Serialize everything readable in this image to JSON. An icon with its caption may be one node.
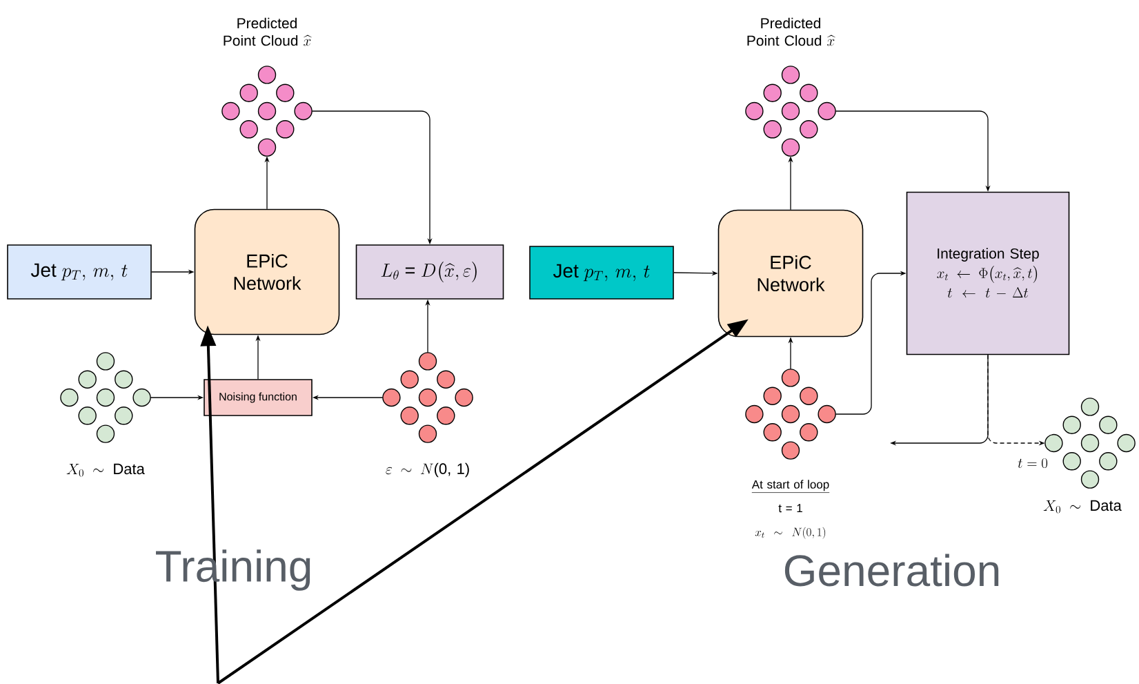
{
  "diagram": {
    "nodes": [
      {
        "text": [
          "Predicted Point Cloud",
          "\\widehat{x}"
        ]
      },
      {
        "text": [
          "\\text{Jet } p_T,\\, m,\\, t"
        ]
      },
      {
        "text": [
          "EPiC Network"
        ]
      },
      {
        "text": [
          "L_\\theta \\text{ = } D\\big(\\widehat{x}, \\varepsilon\\big)"
        ]
      },
      {
        "text": [
          "X_0 \\sim \\text{Data}"
        ]
      },
      {
        "text": [
          "Noising function"
        ]
      },
      {
        "text": [
          "\\varepsilon \\sim N\\text{(0, 1)}"
        ]
      },
      {
        "text": [
          "Predicted Point Cloud",
          "\\widehat{x}"
        ]
      },
      {
        "text": [
          "\\text{Jet } p_T,\\, m,\\, t"
        ]
      },
      {
        "text": [
          "EPiC Network"
        ]
      },
      {
        "text": [
          "Integration Step",
          "x_t \\leftarrow \\Phi\\big(x_t, \\widehat{x}, t\\big)",
          "t \\leftarrow t - \\Delta t"
        ]
      },
      {
        "text": [
          "At start of loop",
          "t = 1",
          "x_t \\sim N(0,1)"
        ]
      },
      {
        "text": [
          "X_0 \\sim \\text{Data}"
        ]
      }
    ],
    "edges": [
      {
        "from": 1,
        "to": 2,
        "arrow": "to"
      },
      {
        "from": 2,
        "to": 0,
        "arrow": "to"
      },
      {
        "from": 0,
        "to": 3,
        "arrow": "to"
      },
      {
        "from": 4,
        "to": 5,
        "arrow": "to"
      },
      {
        "from": 6,
        "to": 5,
        "arrow": "to"
      },
      {
        "from": 5,
        "to": 2,
        "arrow": "to"
      },
      {
        "from": 6,
        "to": 3,
        "arrow": "to"
      },
      {
        "from": 8,
        "to": 9,
        "arrow": "to"
      },
      {
        "from": 9,
        "to": 7,
        "arrow": "to"
      },
      {
        "from": 7,
        "to": 10,
        "arrow": "to"
      },
      {
        "from": 11,
        "to": 9,
        "arrow": "to"
      },
      {
        "from": 11,
        "to": 10,
        "arrow": "to"
      },
      {
        "from": 10,
        "to": null,
        "arrow": "to"
      },
      {
        "from": 10,
        "to": 12,
        "arrow": "to",
        "style": "dashed",
        "label": "t = 0"
      },
      {
        "from": null,
        "to": 2,
        "arrow": "to",
        "style": "thick"
      },
      {
        "from": null,
        "to": 9,
        "arrow": "to",
        "style": "thick"
      }
    ],
    "labels": [
      "Training",
      "Generation"
    ]
  }
}
